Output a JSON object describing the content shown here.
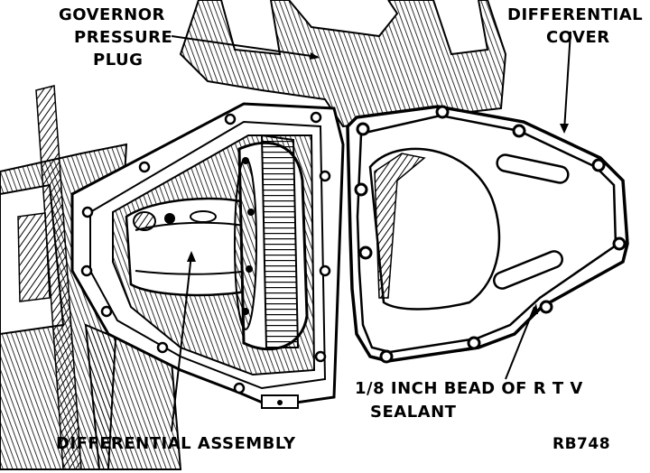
{
  "labels": {
    "governor_line1": "GOVERNOR",
    "governor_line2": "PRESSURE",
    "governor_line3": "PLUG",
    "diffcover_line1": "DIFFERENTIAL",
    "diffcover_line2": "COVER",
    "bead_line1": "1/8 INCH BEAD OF R T V",
    "bead_line2": "SEALANT",
    "diff_assembly": "DIFFERENTIAL ASSEMBLY",
    "figure_code": "RB748"
  }
}
